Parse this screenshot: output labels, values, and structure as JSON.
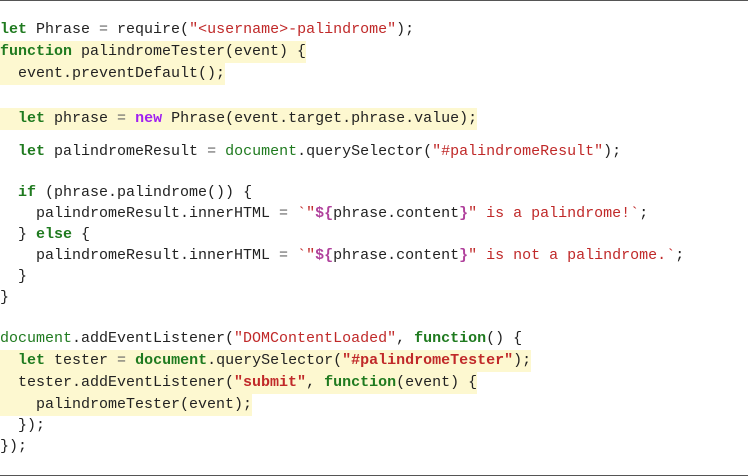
{
  "code": {
    "line1": {
      "kw": "let",
      "a": " Phrase ",
      "op": "=",
      "b": " require(",
      "str": "\"<username>-palindrome\"",
      "c": ");"
    },
    "line2": {
      "kw": "function",
      "a": " palindromeTester(event) {"
    },
    "line3": {
      "a": "  event.preventDefault();"
    },
    "line4": {
      "ind": "  ",
      "kw": "let",
      "a": " phrase ",
      "op": "=",
      "sp": " ",
      "kw2": "new",
      "b": " Phrase(event.target.phrase.value);"
    },
    "line5": {
      "ind": "  ",
      "kw": "let",
      "a": " palindromeResult ",
      "op": "=",
      "sp": " ",
      "bi": "document",
      "b": ".querySelector(",
      "str": "\"#palindromeResult\"",
      "c": ");"
    },
    "line6": {
      "ind": "  ",
      "kw": "if",
      "a": " (phrase.palindrome()) {"
    },
    "line7": {
      "a": "    palindromeResult.innerHTML ",
      "op": "=",
      "sp": " ",
      "s1": "`\"",
      "i1": "${",
      "m": "phrase.content",
      "i2": "}",
      "s2": "\" is a palindrome!`",
      "c": ";"
    },
    "line8": {
      "a": "  } ",
      "kw": "else",
      "b": " {"
    },
    "line9": {
      "a": "    palindromeResult.innerHTML ",
      "op": "=",
      "sp": " ",
      "s1": "`\"",
      "i1": "${",
      "m": "phrase.content",
      "i2": "}",
      "s2": "\" is not a palindrome.`",
      "c": ";"
    },
    "line10": {
      "a": "  }"
    },
    "line11": {
      "a": "}"
    },
    "line12": {
      "bi": "document",
      "a": ".addEventListener(",
      "str": "\"DOMContentLoaded\"",
      "b": ", ",
      "kw": "function",
      "c": "() {"
    },
    "line13": {
      "ind": "  ",
      "kw": "let",
      "a": " tester ",
      "op": "=",
      "sp": " ",
      "bi": "document",
      "b": ".querySelector(",
      "str": "\"#palindromeTester\"",
      "c": ");"
    },
    "line14": {
      "a": "  tester.addEventListener(",
      "str": "\"submit\"",
      "b": ", ",
      "kw": "function",
      "c": "(event) {"
    },
    "line15": {
      "a": "    palindromeTester(event);"
    },
    "line16": {
      "a": "  });"
    },
    "line17": {
      "a": "});"
    }
  },
  "colors": {
    "keyword": "#1f7a1f",
    "new_keyword": "#a020f0",
    "string": "#c02929",
    "interpolation": "#b0419c",
    "highlight": "#fdf8d0"
  }
}
